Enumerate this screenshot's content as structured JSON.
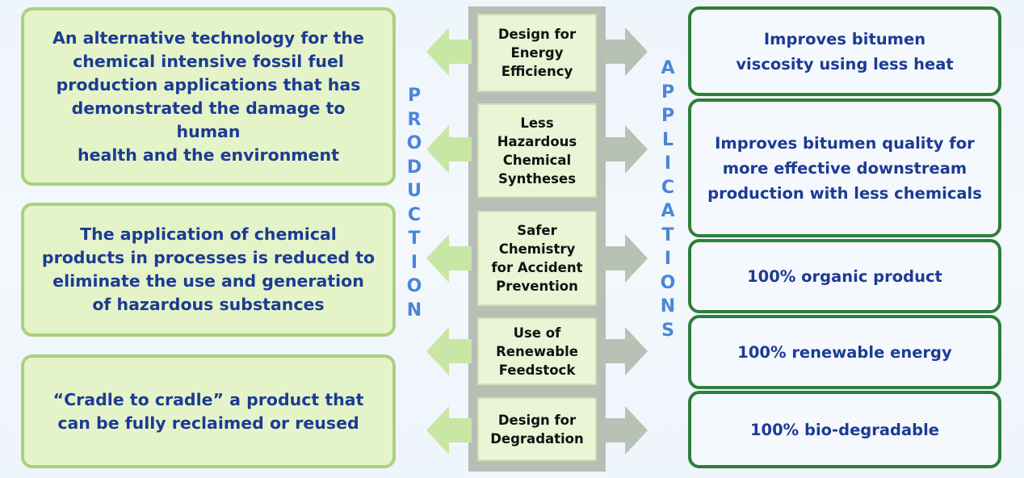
{
  "production_label": "PRODUCTION",
  "applications_label": "APPLICATIONS",
  "principles": [
    "Design for\nEnergy\nEfficiency",
    "Less\nHazardous\nChemical\nSyntheses",
    "Safer\nChemistry\nfor Accident\nPrevention",
    "Use of\nRenewable\nFeedstock",
    "Design for\nDegradation"
  ],
  "production_items": [
    "An alternative technology for the\nchemical intensive fossil fuel\nproduction applications that has\ndemonstrated the damage to human\nhealth and the environment",
    "The application of chemical\nproducts in processes is reduced to\neliminate the use and generation\nof hazardous substances",
    "“Cradle to cradle” a product that\ncan be fully reclaimed or reused"
  ],
  "application_items": [
    "Improves bitumen\nviscosity using less heat",
    "Improves bitumen quality for\nmore effective downstream\nproduction with less chemicals",
    "100% organic product",
    "100% renewable energy",
    "100% bio-degradable"
  ],
  "colors": {
    "left_fill": "#e5f4c8",
    "left_border": "#a8d27c",
    "right_border": "#2f7e3a",
    "text_blue": "#1c3b94",
    "vertical_label": "#4a86d8",
    "left_arrow": "#c8e7a4",
    "right_arrow": "#b8c2b4"
  }
}
